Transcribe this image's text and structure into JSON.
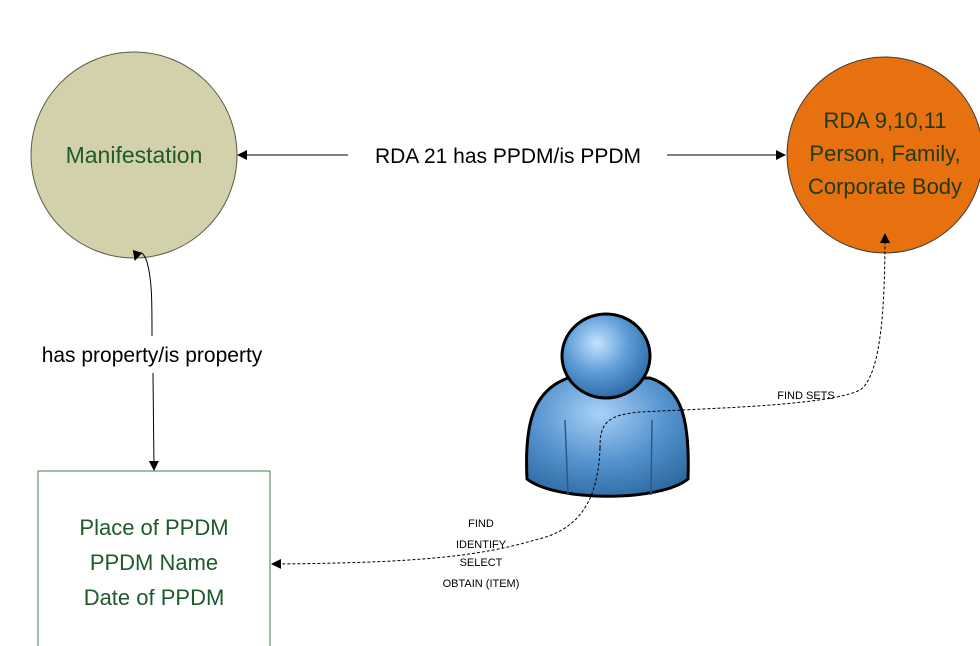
{
  "nodes": {
    "manifestation": {
      "label": "Manifestation",
      "fill": "#d2d1ac",
      "text_color": "#1f5a2b"
    },
    "rda_person": {
      "lines": [
        "RDA 9,10,11",
        "Person, Family,",
        "Corporate Body"
      ],
      "fill": "#e8710f",
      "text_color": "#1f3a12"
    },
    "ppdm_box": {
      "lines": [
        "Place of PPDM",
        "PPDM Name",
        "Date of PPDM"
      ],
      "text_color": "#1f5a2b"
    },
    "user": {
      "icon": "user-icon",
      "fill": "#4a8ac8"
    }
  },
  "edges": {
    "manifestation_rda": {
      "label": "RDA 21 has PPDM/is PPDM"
    },
    "manifestation_box": {
      "label": "has property/is property"
    },
    "user_rda": {
      "label": "FIND SETS"
    },
    "user_box": {
      "lines": [
        "FIND",
        "IDENTIFY",
        "SELECT",
        "OBTAIN (ITEM)"
      ]
    }
  }
}
